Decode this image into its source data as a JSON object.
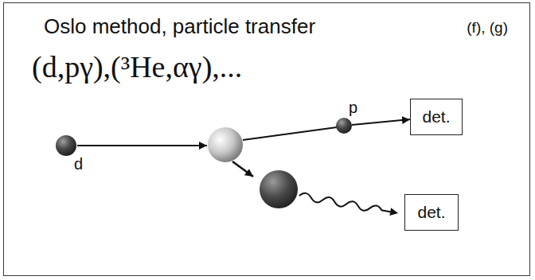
{
  "diagram": {
    "title": "Oslo method, particle transfer",
    "nodes": [
      {
        "text": [
          "d"
        ]
      },
      {
        "text": [
          "p"
        ]
      },
      {
        "text": [
          "det."
        ]
      },
      {
        "text": [
          "det."
        ]
      }
    ],
    "edges": [
      {
        "from": 1,
        "to": 2,
        "arrow": "to"
      }
    ],
    "labels": [
      "(f), (g)",
      "(d,pγ),(³He,αγ),..."
    ]
  }
}
